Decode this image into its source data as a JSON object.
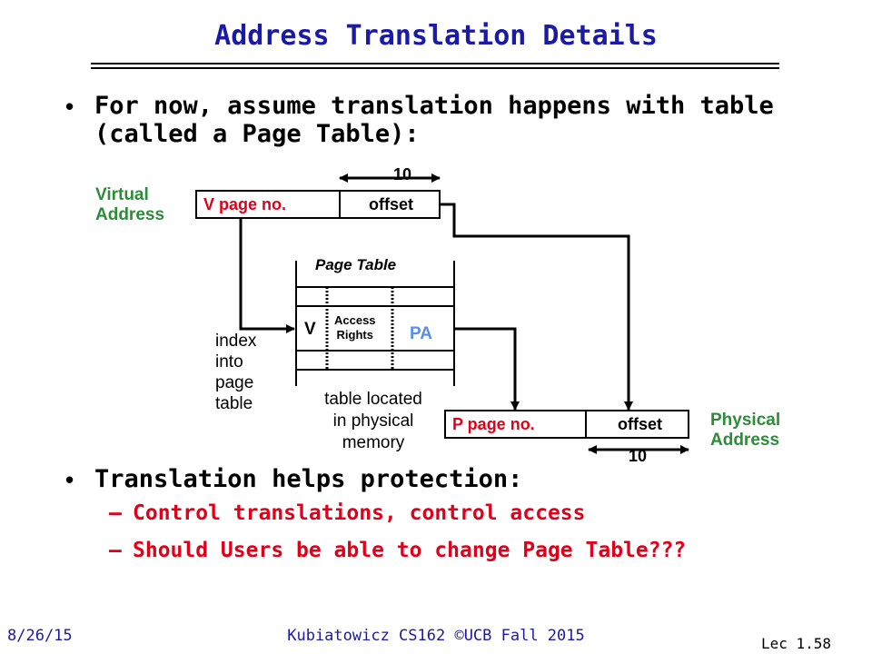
{
  "slide": {
    "title": "Address Translation Details",
    "bullet1": {
      "line1": "For now, assume translation happens with table",
      "line2": "(called a Page Table):"
    },
    "bullet2": {
      "text": "Translation helps protection:",
      "subs": [
        "Control translations, control access",
        "Should Users be able to change Page Table???"
      ]
    },
    "bullet_glyph": "•",
    "dash_glyph": "–"
  },
  "diagram": {
    "virtual_label": [
      "Virtual",
      "Address"
    ],
    "virtual_fields": {
      "page": "V page no.",
      "offset": "offset"
    },
    "offset_bits_top": "10",
    "page_table_title": "Page Table",
    "entry_v": "V",
    "entry_access": [
      "Access",
      "Rights"
    ],
    "entry_pa": "PA",
    "index_label": [
      "index",
      "into",
      "page",
      "table"
    ],
    "located_label": [
      "table located",
      "in physical",
      "memory"
    ],
    "physical_fields": {
      "page": "P page no.",
      "offset": "offset"
    },
    "offset_bits_bottom": "10",
    "physical_label": [
      "Physical",
      "Address"
    ],
    "colors": {
      "title": "#1a1aa6",
      "red": "#e0001a",
      "green": "#2e8b3a",
      "pa_blue": "#5a8ee6"
    }
  },
  "footer": {
    "date": "8/26/15",
    "center": "Kubiatowicz CS162 ©UCB Fall 2015",
    "lecture": "Lec 1.58"
  }
}
